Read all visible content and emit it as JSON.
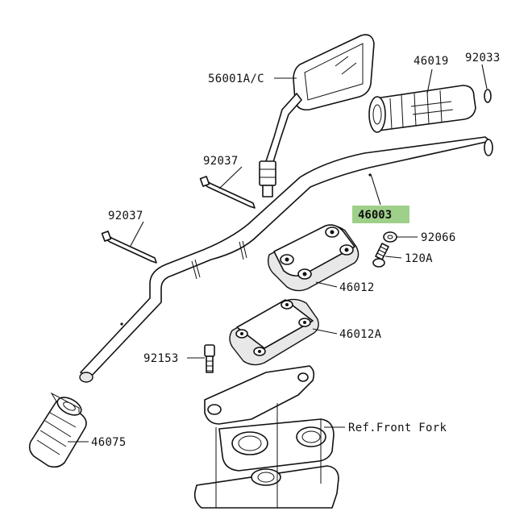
{
  "labels": {
    "mirror": "56001A/C",
    "grip_right": "46019",
    "clip_right": "92033",
    "cable_band_upper": "92037",
    "handlebar": "46003",
    "cable_band_lower": "92037",
    "washer": "92066",
    "bolt_holder": "120A",
    "holder_upper": "46012",
    "holder_lower": "46012A",
    "bolt_lower": "92153",
    "ref_fork": "Ref.Front Fork",
    "grip_left": "46075"
  },
  "colors": {
    "highlight": "#9fd08a",
    "line": "#111111",
    "background": "#ffffff"
  }
}
